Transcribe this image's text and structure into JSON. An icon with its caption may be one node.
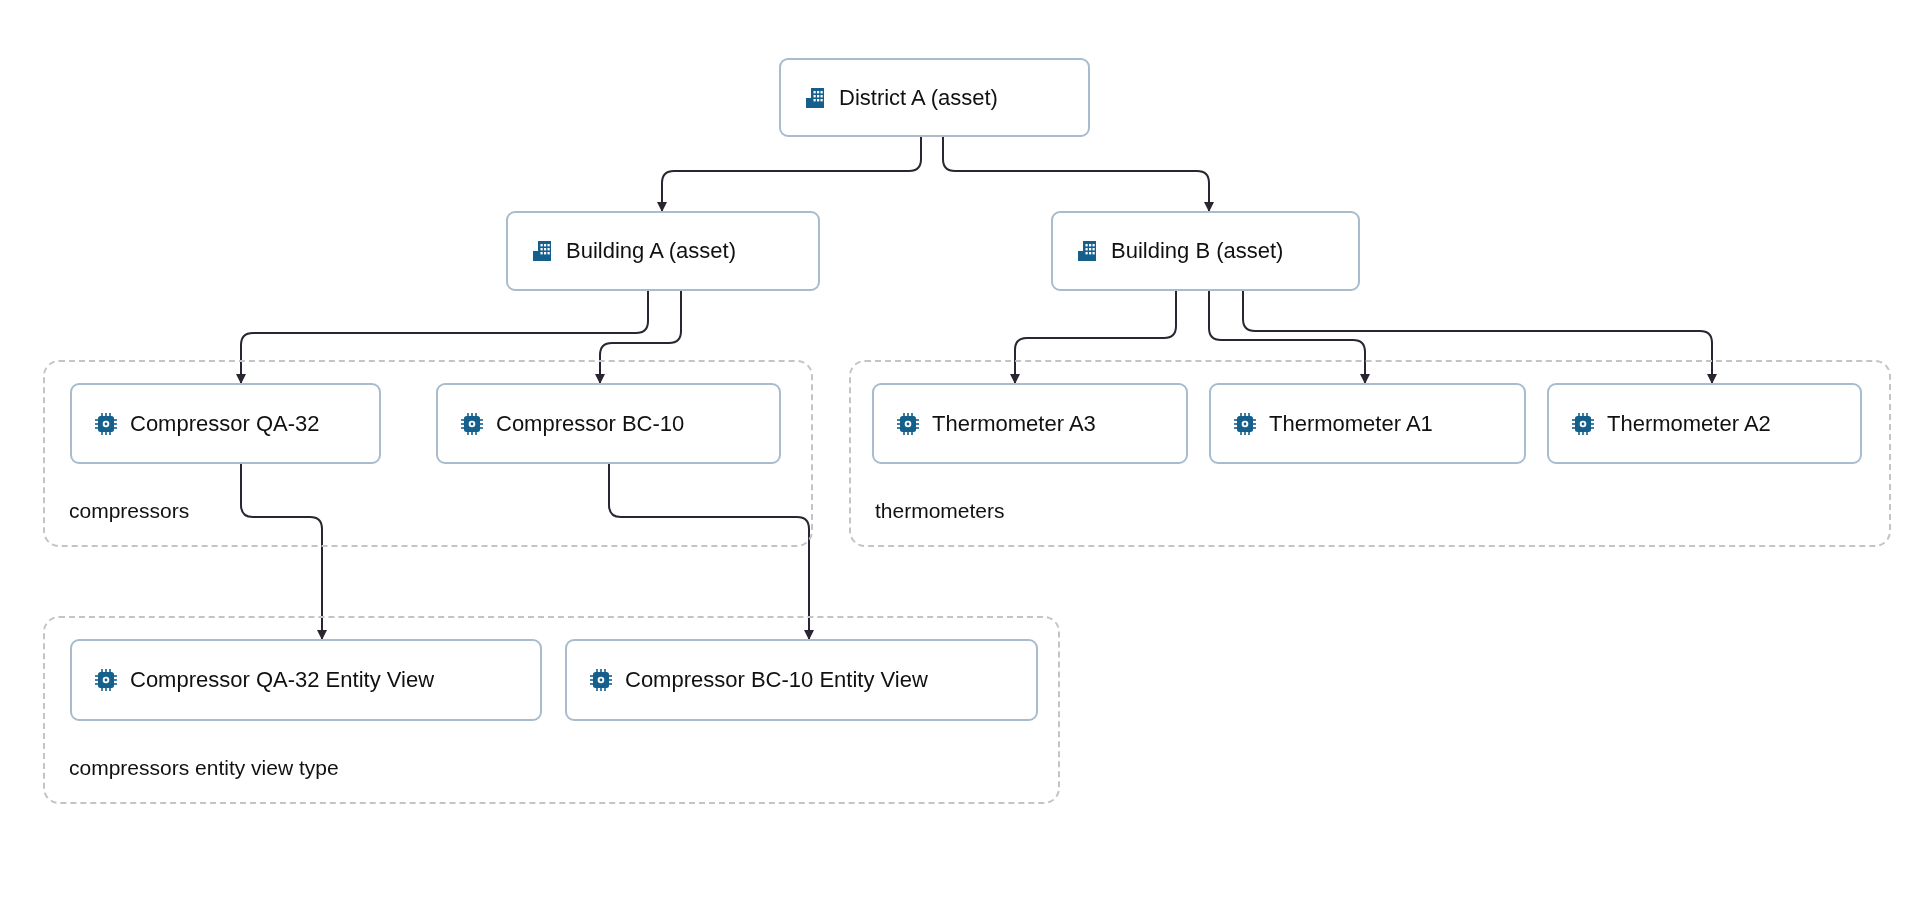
{
  "diagram": {
    "nodes": [
      {
        "text": [
          "District A (asset)"
        ]
      },
      {
        "text": [
          "Building A (asset)"
        ]
      },
      {
        "text": [
          "Building B (asset)"
        ]
      },
      {
        "text": [
          "compressors"
        ]
      },
      {
        "text": [
          "Compressor QA-32"
        ],
        "in": 3
      },
      {
        "text": [
          "Compressor BC-10"
        ],
        "in": 3
      },
      {
        "text": [
          "thermometers"
        ]
      },
      {
        "text": [
          "Thermometer A3"
        ],
        "in": 6
      },
      {
        "text": [
          "Thermometer A1"
        ],
        "in": 6
      },
      {
        "text": [
          "Thermometer A2"
        ],
        "in": 6
      },
      {
        "text": [
          "compressors entity view type"
        ]
      },
      {
        "text": [
          "Compressor QA-32 Entity View"
        ],
        "in": 10
      },
      {
        "text": [
          "Compressor BC-10 Entity View"
        ],
        "in": 10
      }
    ],
    "edges": [
      {
        "from": 0,
        "to": 1,
        "arrow": "to"
      },
      {
        "from": 0,
        "to": 2,
        "arrow": "to"
      },
      {
        "from": 1,
        "to": 4,
        "arrow": "to"
      },
      {
        "from": 1,
        "to": 5,
        "arrow": "to"
      },
      {
        "from": 2,
        "to": 7,
        "arrow": "to"
      },
      {
        "from": 2,
        "to": 8,
        "arrow": "to"
      },
      {
        "from": 2,
        "to": 9,
        "arrow": "to"
      },
      {
        "from": 4,
        "to": 11,
        "arrow": "to"
      },
      {
        "from": 5,
        "to": 12,
        "arrow": "to"
      }
    ]
  }
}
